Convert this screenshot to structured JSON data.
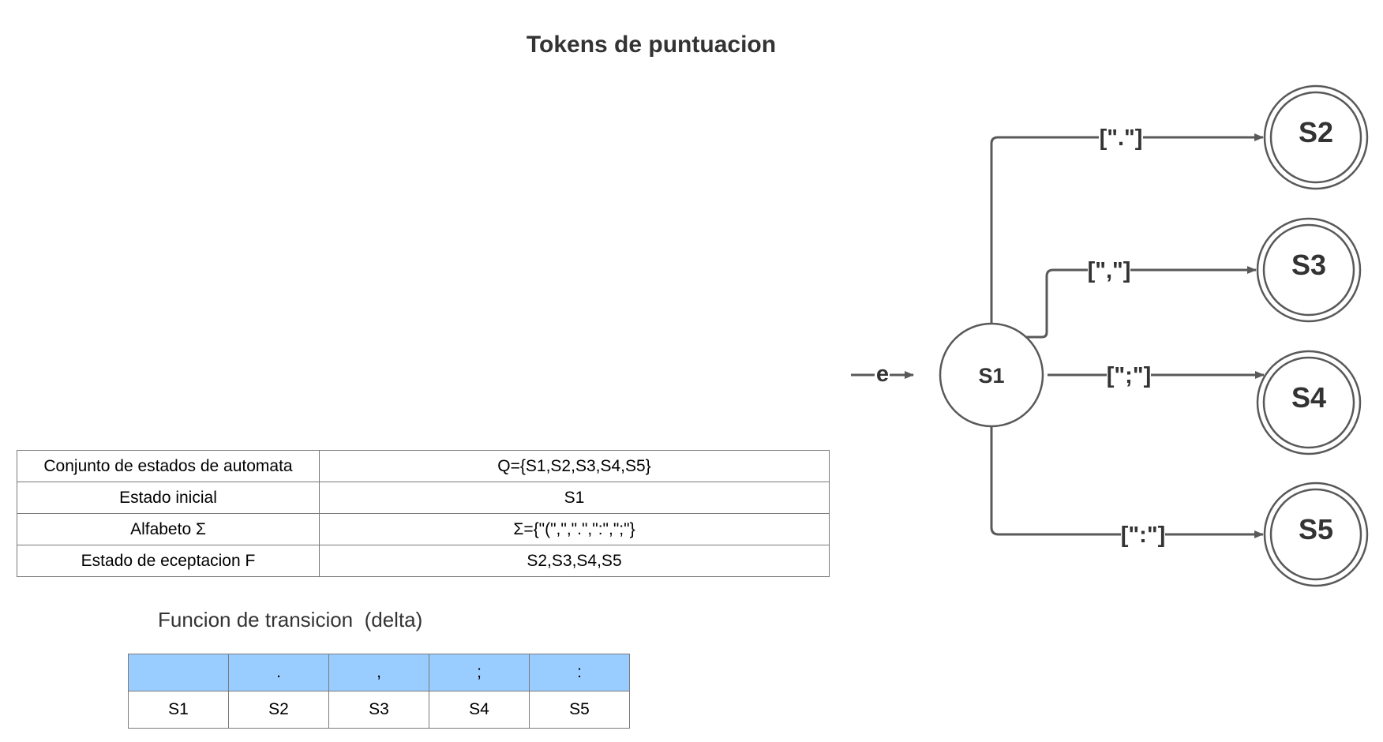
{
  "title": "Tokens de puntuacion",
  "definition_table": {
    "rows": [
      {
        "label": "Conjunto de estados de automata",
        "value": "Q={S1,S2,S3,S4,S5}"
      },
      {
        "label": "Estado inicial",
        "value": "S1"
      },
      {
        "label": "Alfabeto Σ",
        "value": "Σ={\"(\",\",\".\",\":\",\";\"}"
      },
      {
        "label": "Estado de eceptacion F",
        "value": "S2,S3,S4,S5"
      }
    ]
  },
  "transition_function": {
    "title": "Funcion de transicion  (delta)",
    "header": [
      "",
      ".",
      ",",
      ";",
      ":"
    ],
    "row": [
      "S1",
      "S2",
      "S3",
      "S4",
      "S5"
    ],
    "header_color": "#99ccff"
  },
  "automaton": {
    "start_label": "e",
    "states": {
      "s1": "S1",
      "s2": "S2",
      "s3": "S3",
      "s4": "S4",
      "s5": "S5"
    },
    "edges": {
      "s1_s2": "[\".\"]",
      "s1_s3": "[\",\"]",
      "s1_s4": "[\";\"]",
      "s1_s5": "[\":\"]"
    },
    "accepting": [
      "S2",
      "S3",
      "S4",
      "S5"
    ],
    "stroke_color": "#595959"
  }
}
